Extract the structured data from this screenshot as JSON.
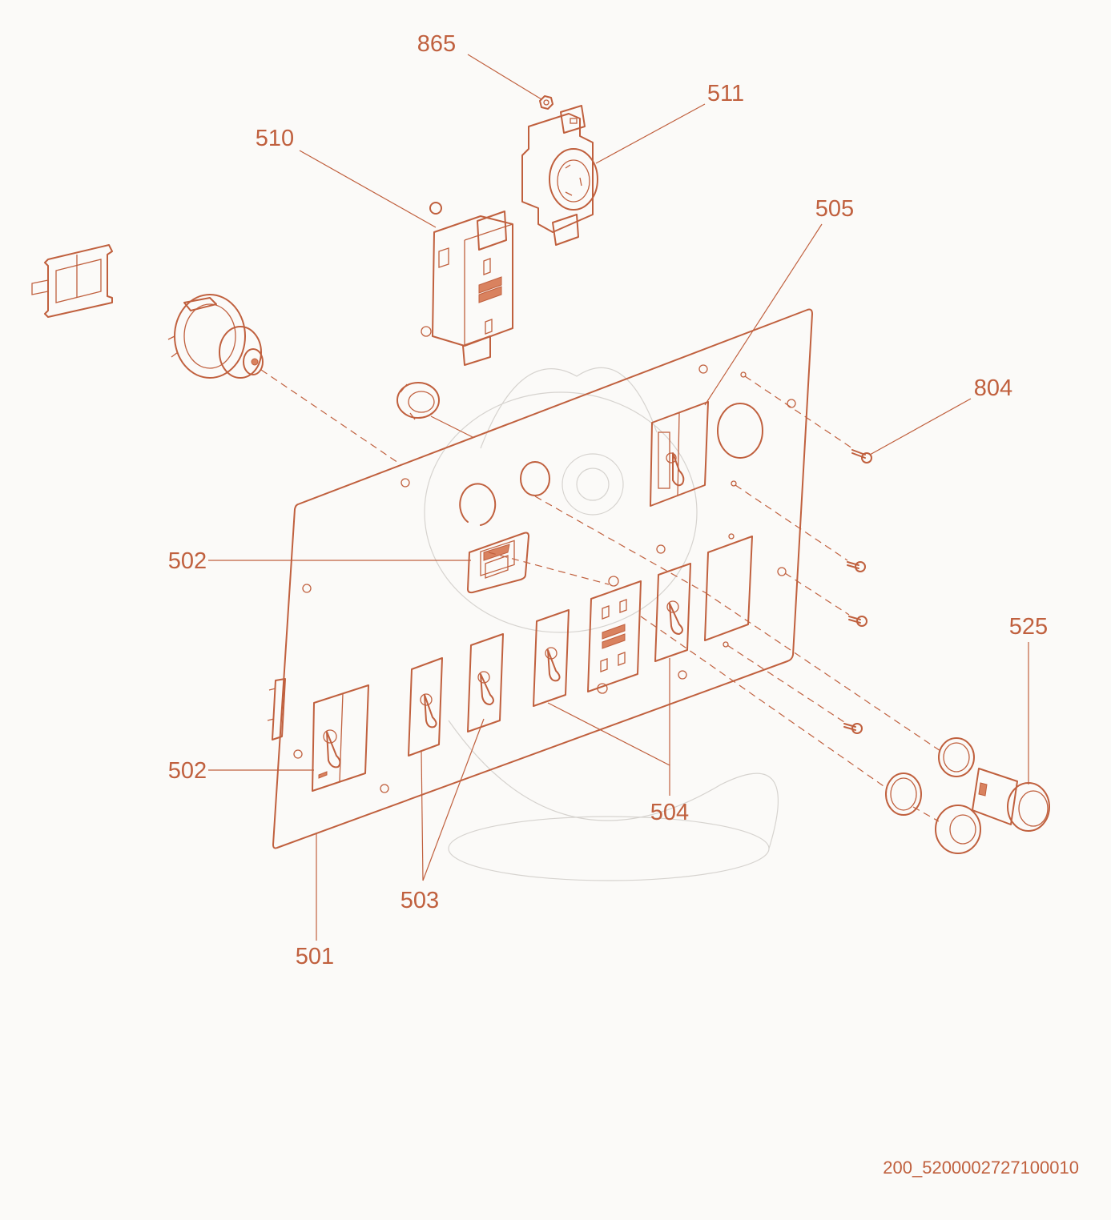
{
  "callouts": {
    "c865": "865",
    "c511": "511",
    "c510": "510",
    "c505": "505",
    "c804": "804",
    "c502a": "502",
    "c502b": "502",
    "c525": "525",
    "c504": "504",
    "c503": "503",
    "c501": "501"
  },
  "doc_id": "200_5200002727100010",
  "colors": {
    "line": "#c0603e",
    "background": "#fbfaf8"
  }
}
